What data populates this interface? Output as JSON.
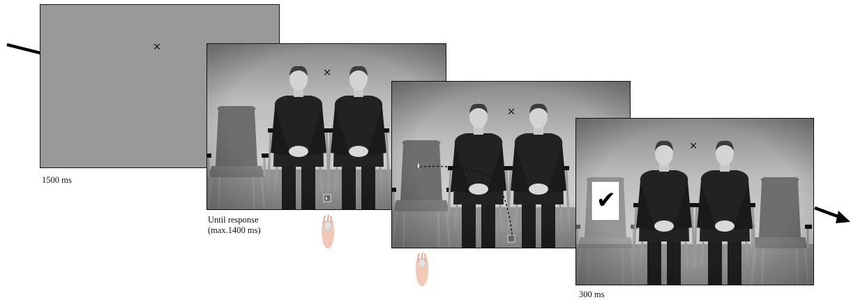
{
  "colors": {
    "background": "#ffffff",
    "blank_screen": "#999999",
    "room_wall": "#bdbdbd",
    "room_floor": "#8f8f8f",
    "person_clothing": "#1f1f1f",
    "chair_seat": "#6f6f6f",
    "border": "#111111"
  },
  "frames": [
    {
      "name": "fixation-screen",
      "fixation": "×",
      "duration": "1500 ms"
    },
    {
      "name": "stimulus-screen",
      "fixation": "×",
      "duration_line1": "Until response",
      "duration_line2": "(max.1400 ms)"
    },
    {
      "name": "response-screen",
      "fixation": "×"
    },
    {
      "name": "feedback-screen",
      "fixation": "×",
      "feedback_symbol": "✔",
      "duration": "300 ms"
    }
  ],
  "icons": {
    "timeline_arrow": "arrow-icon",
    "mouse_hand": "hand-on-mouse-icon",
    "cursor": "cursor-icon",
    "checkmark": "checkmark-icon"
  }
}
